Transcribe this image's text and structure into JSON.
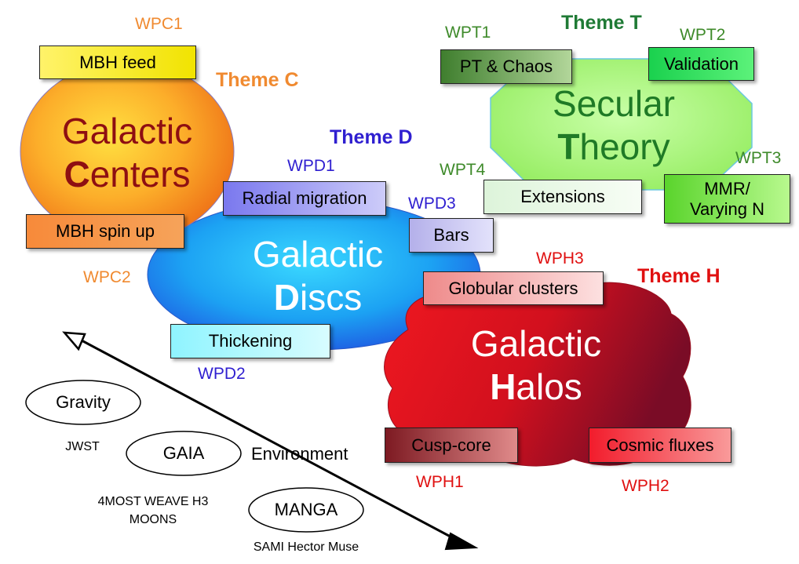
{
  "themes": {
    "c": {
      "label": "Theme C",
      "title_line1": "Galactic",
      "title_line2_initial": "C",
      "title_line2_rest": "enters"
    },
    "d": {
      "label": "Theme D",
      "title_line1": "Galactic",
      "title_line2_initial": "D",
      "title_line2_rest": "iscs"
    },
    "t": {
      "label": "Theme T",
      "title_line1": "Secular",
      "title_line2_initial": "T",
      "title_line2_rest": "heory"
    },
    "h": {
      "label": "Theme H",
      "title_line1": "Galactic",
      "title_line2_initial": "H",
      "title_line2_rest": "alos"
    }
  },
  "work_packages": {
    "wpc1": {
      "id": "WPC1",
      "label": "MBH feed"
    },
    "wpc2": {
      "id": "WPC2",
      "label": "MBH spin up"
    },
    "wpd1": {
      "id": "WPD1",
      "label": "Radial migration"
    },
    "wpd2": {
      "id": "WPD2",
      "label": "Thickening"
    },
    "wpd3": {
      "id": "WPD3",
      "label": "Bars"
    },
    "wpt1": {
      "id": "WPT1",
      "label": "PT & Chaos"
    },
    "wpt2": {
      "id": "WPT2",
      "label": "Validation"
    },
    "wpt3": {
      "id": "WPT3",
      "label_line1": "MMR/",
      "label_line2": "Varying N"
    },
    "wpt4": {
      "id": "WPT4",
      "label": "Extensions"
    },
    "wph1": {
      "id": "WPH1",
      "label": "Cusp-core"
    },
    "wph2": {
      "id": "WPH2",
      "label": "Cosmic fluxes"
    },
    "wph3": {
      "id": "WPH3",
      "label": "Globular clusters"
    }
  },
  "surveys": {
    "gravity": "Gravity",
    "jwst": "JWST",
    "gaia": "GAIA",
    "manga": "MANGA",
    "multi_line1": "4MOST WEAVE H3",
    "multi_line2": "MOONS",
    "sami": "SAMI Hector Muse",
    "environment": "Environment"
  },
  "colors": {
    "theme_c": "#f08a30",
    "theme_d": "#2f1fd0",
    "theme_t": "#1f7a35",
    "theme_h": "#e01010",
    "wpc": "#f08a30",
    "wpd": "#2f1fd0",
    "wpt": "#3e8a2a",
    "wph": "#e01010"
  }
}
